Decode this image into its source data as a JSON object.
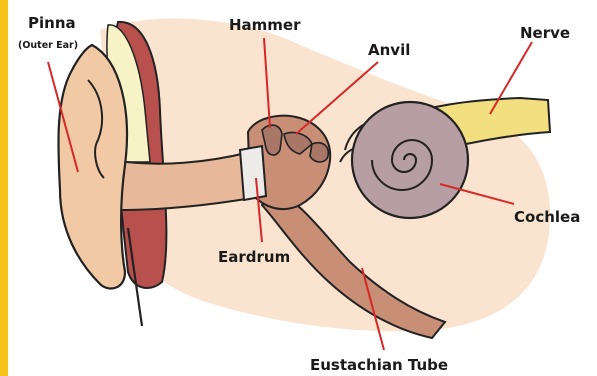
{
  "diagram": {
    "labels": {
      "pinna": "Pinna",
      "pinna_sub": "(Outer Ear)",
      "hammer": "Hammer",
      "anvil": "Anvil",
      "nerve": "Nerve",
      "cochlea": "Cochlea",
      "eardrum": "Eardrum",
      "eustachian": "Eustachian Tube"
    },
    "colors": {
      "border_accent": "#f7c31a",
      "skin": "#f1c9a4",
      "skin_dark": "#d9ab88",
      "inner_skin": "#fbe4cf",
      "canal_light": "#f7f3c6",
      "muscle_red": "#b8504e",
      "cochlea": "#b79ea4",
      "nerve_yellow": "#f2df7f",
      "tube": "#c98e76",
      "ossicle": "#a87768",
      "pointer_line": "#d62828",
      "outline": "#222222"
    }
  }
}
